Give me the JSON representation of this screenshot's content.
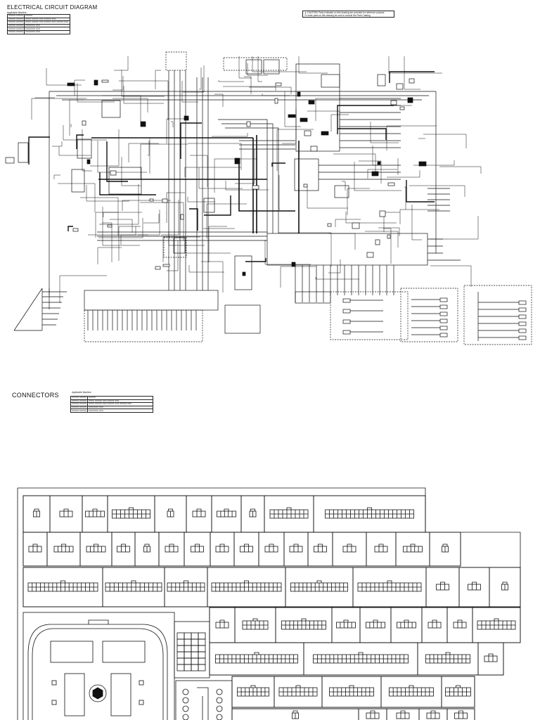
{
  "header": {
    "title": "ELECTRICAL CIRCUIT DIAGRAM",
    "applicable_label": "Applicable Machine",
    "rows": [
      [
        "XXXXX-XXXXX",
        "XXXXX"
      ],
      [
        "XXXXX-XXXXX",
        "XXXX XXXXX XXX XXXXX XXX"
      ],
      [
        "XXXXX-XXXXX",
        "XXXX XXXXX XXX XXXXX XXX XXXXX XXX"
      ],
      [
        "XXXXX-XXXXX",
        "XXXXXXX XXX"
      ],
      [
        "XXXXX-XXXXX",
        "XXXXXXX XXX"
      ],
      [
        "XXXXX-XXXXX",
        "XXXXXXX XXX"
      ]
    ]
  },
  "caution": {
    "line1": "CAUTION: Parts indicated on this drawing are provided for reference purpose",
    "line2": "To order parts on this drawing be sure to consult the Parts Catalog"
  },
  "connectors": {
    "title": "CONNECTORS",
    "applicable_label": "Applicable Machine",
    "rows": [
      [
        "XXXXX-XXXXX",
        "XXXXX"
      ],
      [
        "XXXXX-XXXXX",
        "XXXX XXXXX XXX XXXXX XXX"
      ],
      [
        "XXXXX-XXXXX",
        "XXXX XXXXX XXX XXXXX XXX XXXXX XXX"
      ],
      [
        "XXXXX-XXXXX",
        "XXXXXXX XXX"
      ],
      [
        "XXXXX-XXXXX",
        "XXXXXXX XXX"
      ]
    ]
  },
  "colors": {
    "ink": "#111111",
    "paper": "#ffffff"
  }
}
